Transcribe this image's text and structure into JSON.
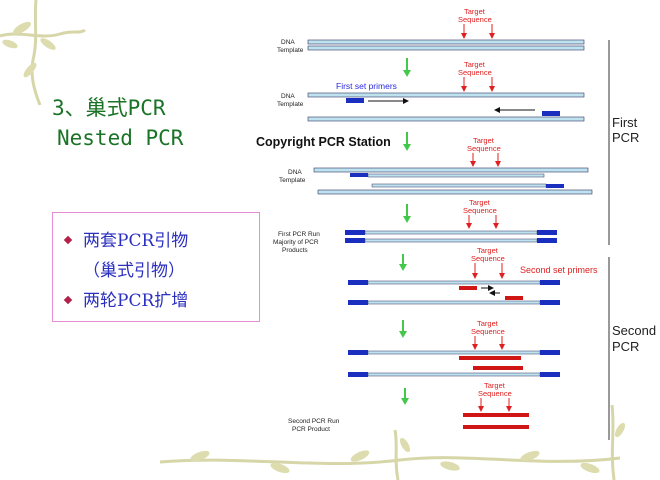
{
  "slide": {
    "title_line1": "3、巢式PCR",
    "title_line2": "Nested PCR",
    "bullets": [
      {
        "text": "两套PCR引物"
      },
      {
        "text": "（巢式引物）"
      },
      {
        "text": "两轮PCR扩增"
      }
    ]
  },
  "diagram": {
    "dna_template": "DNA",
    "template_word": "Template",
    "target": "Target",
    "sequence": "Sequence",
    "first_set_primers": "First set primers",
    "copyright": "Copyright PCR Station",
    "first_pcr_run": "First PCR Run",
    "majority_of_pcr": "Majority of PCR",
    "products": "Products",
    "second_set_primers": "Second set primers",
    "second_pcr_run": "Second PCR Run",
    "pcr_product": "PCR Product",
    "first": "First",
    "pcr": "PCR",
    "second": "Second"
  },
  "colors": {
    "strand": "#bfe3ee",
    "primer1": "#1a2fbf",
    "primer2": "#d01515",
    "arrow_green": "#44c84a",
    "title_green": "#1a7326",
    "bullet_text": "#2b2fbf"
  }
}
